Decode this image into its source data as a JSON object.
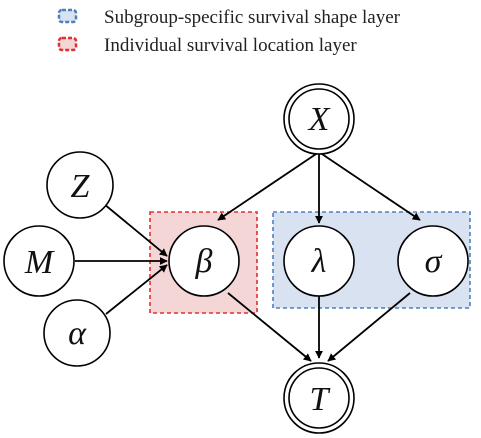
{
  "legend": {
    "shape_layer": {
      "label": "Subgroup-specific survival shape layer",
      "stroke": "#4f80bd",
      "fill": "#d9e2f1"
    },
    "location_layer": {
      "label": "Individual survival location layer",
      "stroke": "#e03030",
      "fill": "#f4d6d6"
    }
  },
  "nodes": {
    "X": {
      "label": "X",
      "observed": true
    },
    "Z": {
      "label": "Z",
      "observed": false
    },
    "M": {
      "label": "M",
      "observed": false
    },
    "alpha": {
      "label": "α",
      "observed": false
    },
    "beta": {
      "label": "β",
      "observed": false
    },
    "lambda": {
      "label": "λ",
      "observed": false
    },
    "sigma": {
      "label": "σ",
      "observed": false
    },
    "T": {
      "label": "T",
      "observed": true
    }
  },
  "edges": [
    [
      "X",
      "beta"
    ],
    [
      "X",
      "lambda"
    ],
    [
      "X",
      "sigma"
    ],
    [
      "Z",
      "beta"
    ],
    [
      "M",
      "beta"
    ],
    [
      "alpha",
      "beta"
    ],
    [
      "beta",
      "T"
    ],
    [
      "lambda",
      "T"
    ],
    [
      "sigma",
      "T"
    ]
  ]
}
